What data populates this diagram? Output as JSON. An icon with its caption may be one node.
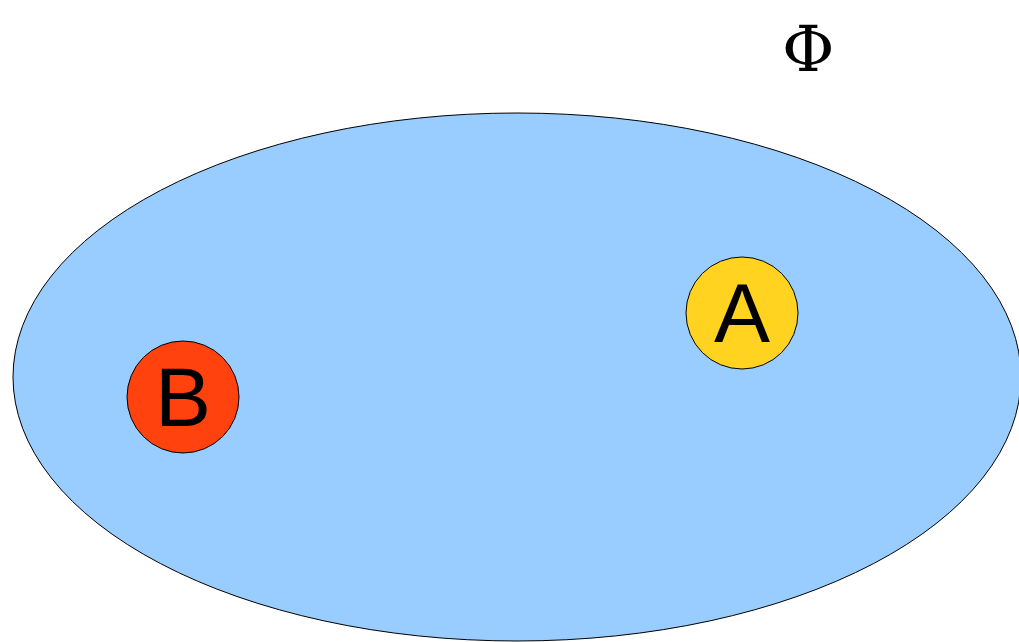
{
  "diagram": {
    "nodes": [
      {
        "text": [
          "Φ"
        ]
      },
      {
        "text": [
          "A"
        ],
        "in": 0
      },
      {
        "text": [
          "B"
        ],
        "in": 0
      }
    ]
  }
}
